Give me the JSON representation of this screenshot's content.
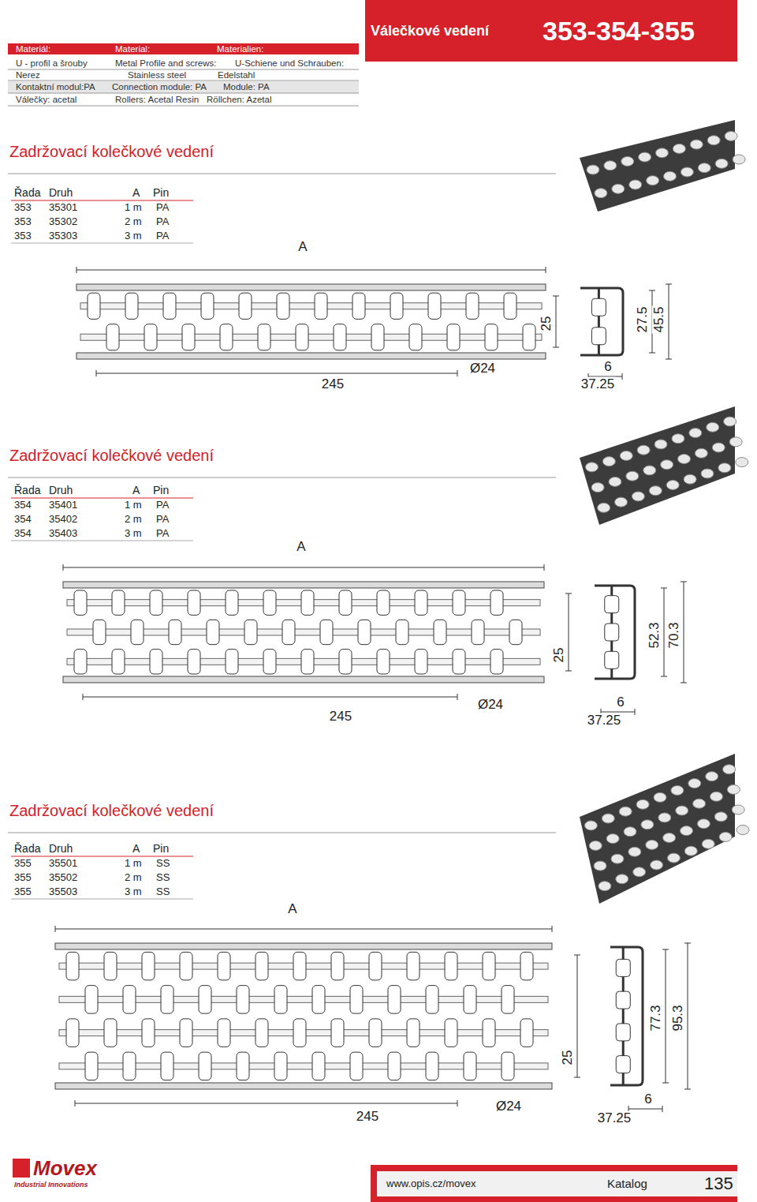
{
  "diagram": {
    "title": "Válečkové vedení",
    "labels": [
      "Materiál:",
      "Material:",
      "Materialien:",
      "U - profil  a  šrouby",
      "Metal Profile and screws:",
      "U-Schiene und Schrauben:",
      "Nerez",
      "Stainless steel",
      "Edelstahl",
      "Kontaktní modul:PA",
      "Connection module: PA",
      "Module: PA",
      "Válečky: acetal",
      "Rollers: Acetal Resin",
      "Röllchen: Azetal",
      "353-354-355",
      "Zadržovací kolečkové vedení",
      "Řada",
      "Druh",
      "A",
      "Pin",
      "353",
      "35301",
      "1 m",
      "PA",
      "353",
      "35302",
      "2 m",
      "PA",
      "353",
      "35303",
      "3 m",
      "PA",
      "A",
      "245",
      "Ø24",
      "6",
      "37.25",
      "25",
      "27.5",
      "45.5",
      "Zadržovací kolečkové vedení",
      "Řada",
      "Druh",
      "A",
      "Pin",
      "354",
      "35401",
      "1 m",
      "PA",
      "354",
      "35402",
      "2 m",
      "PA",
      "354",
      "35403",
      "3 m",
      "PA",
      "A",
      "245",
      "Ø24",
      "6",
      "37.25",
      "25",
      "52.3",
      "70.3",
      "Zadržovací kolečkové vedení",
      "Řada",
      "Druh",
      "A",
      "Pin",
      "355",
      "35501",
      "1 m",
      "SS",
      "355",
      "35502",
      "2 m",
      "SS",
      "355",
      "35503",
      "3 m",
      "SS",
      "A",
      "245",
      "Ø24",
      "6",
      "37.25",
      "25",
      "77.3",
      "95.3",
      "Movex",
      "Industrial Innovations",
      "www.opis.cz/movex",
      "Katalog",
      "135"
    ]
  }
}
